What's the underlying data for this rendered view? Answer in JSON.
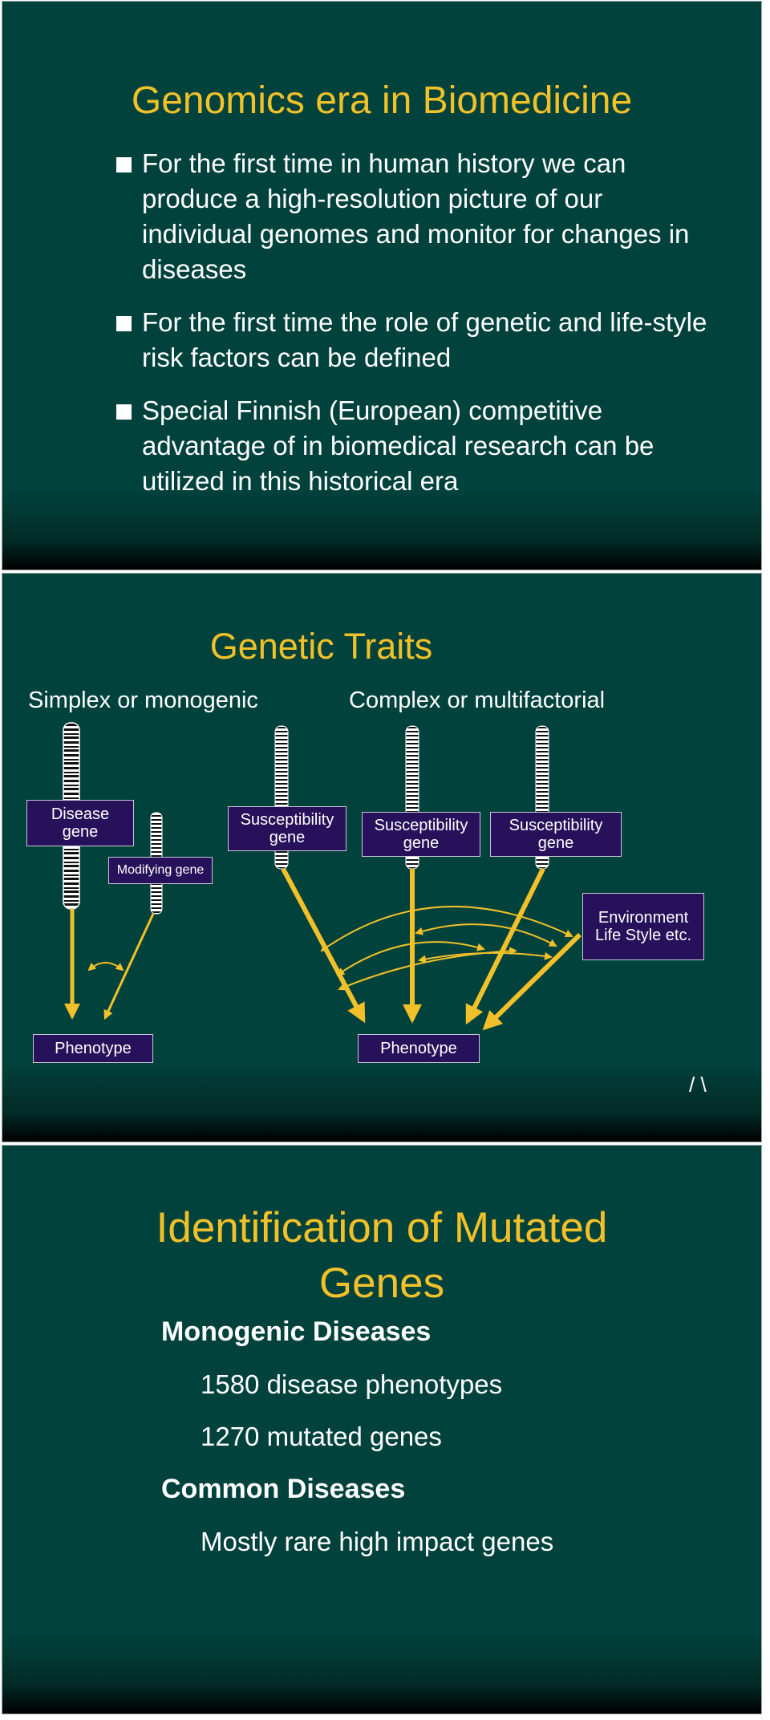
{
  "slide1": {
    "title": "Genomics era in Biomedicine",
    "bullets": [
      "For the first time in human history we can produce a high-resolution picture of our individual genomes and monitor for changes in diseases",
      "For the first time the role of genetic and life-style risk factors can be defined",
      "Special Finnish (European) competitive advantage of in biomedical research can be utilized in this historical era"
    ]
  },
  "slide2": {
    "title": "Genetic Traits",
    "left_heading": "Simplex or monogenic",
    "right_heading": "Complex or multifactorial",
    "boxes": {
      "disease_gene": [
        "Disease",
        "gene"
      ],
      "modifying_gene": "Modifying gene",
      "susceptibility_1": [
        "Susceptibility",
        "gene"
      ],
      "susceptibility_2": [
        "Susceptibility",
        "gene"
      ],
      "susceptibility_3": [
        "Susceptibility",
        "gene"
      ],
      "environment": [
        "Environment",
        "Life Style etc."
      ],
      "phenotype_left": "Phenotype",
      "phenotype_right": "Phenotype"
    },
    "footer_mark": "/ \\",
    "colors": {
      "arrow": "#f2c029",
      "box": "#26115a",
      "background": "#01423c"
    }
  },
  "slide3": {
    "title_line1": "Identification of Mutated",
    "title_line2": "Genes",
    "sections": [
      {
        "heading": "Monogenic Diseases",
        "items": [
          "1580 disease phenotypes",
          "1270 mutated genes"
        ]
      },
      {
        "heading": "Common Diseases",
        "items": [
          "Mostly rare high impact genes"
        ]
      }
    ]
  }
}
